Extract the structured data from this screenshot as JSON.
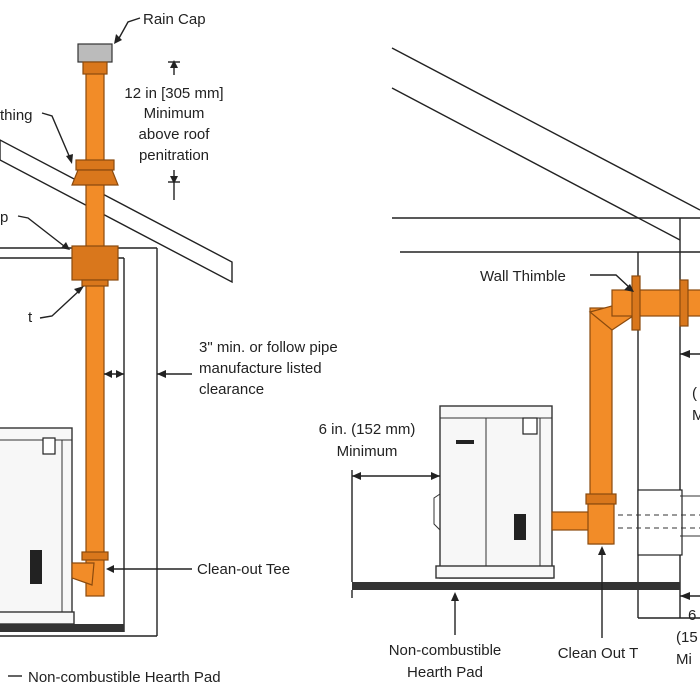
{
  "colors": {
    "pipe": "#F28C28",
    "pipe_dark": "#d9771c",
    "line": "#222222",
    "pad": "#333333"
  },
  "left": {
    "rain_cap": "Rain Cap",
    "flashing": "thing",
    "firestop": "p",
    "support": "t",
    "clearance_top": [
      "12 in [305 mm]",
      "Minimum",
      "above roof",
      "penitration"
    ],
    "clearance_wall": [
      "3\" min. or follow pipe",
      "manufacture listed",
      "clearance"
    ],
    "clean_out": "Clean-out Tee",
    "hearth_pad": "Non-combustible Hearth Pad"
  },
  "right": {
    "wall_thimble": "Wall Thimble",
    "rear_clearance": [
      "6 in. (152 mm)",
      "Minimum"
    ],
    "hearth_pad": [
      "Non-combustible",
      "Hearth Pad"
    ],
    "clean_out": "Clean Out T",
    "edge_1": [
      "(",
      "M"
    ],
    "edge_2": [
      "6",
      "(15",
      "Mi"
    ]
  }
}
